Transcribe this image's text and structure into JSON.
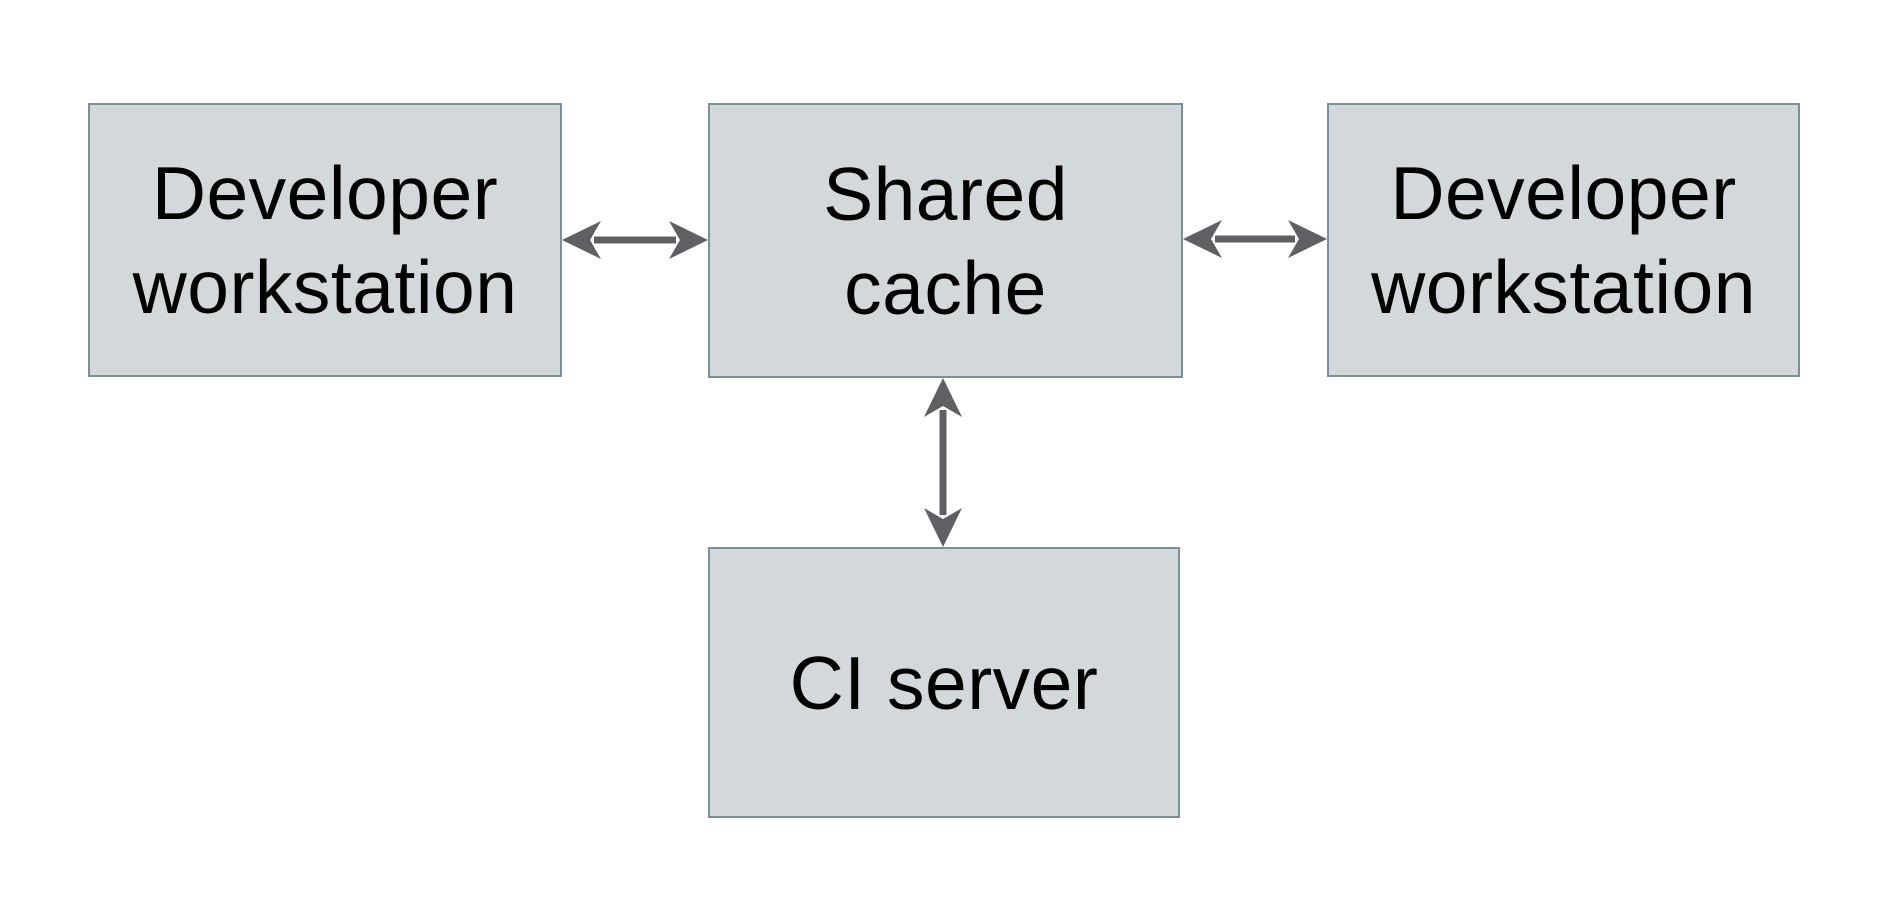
{
  "diagram": {
    "nodes": [
      {
        "id": "developer-workstation-left",
        "label": "Developer\nworkstation"
      },
      {
        "id": "shared-cache",
        "label": "Shared\ncache"
      },
      {
        "id": "developer-workstation-right",
        "label": "Developer\nworkstation"
      },
      {
        "id": "ci-server",
        "label": "CI server"
      }
    ],
    "edges": [
      {
        "from": "developer-workstation-left",
        "to": "shared-cache",
        "direction": "bidirectional",
        "orientation": "horizontal"
      },
      {
        "from": "shared-cache",
        "to": "developer-workstation-right",
        "direction": "bidirectional",
        "orientation": "horizontal"
      },
      {
        "from": "shared-cache",
        "to": "ci-server",
        "direction": "bidirectional",
        "orientation": "vertical"
      }
    ],
    "colors": {
      "node_fill": "#d3d9da",
      "node_border": "#7b8f9a",
      "arrow": "#5f6063",
      "text": "#000000",
      "background": "#ffffff"
    }
  }
}
